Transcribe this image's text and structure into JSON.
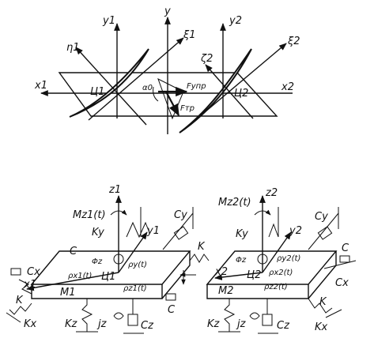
{
  "top": {
    "labels": {
      "y1": "y1",
      "y": "y",
      "y2": "y2",
      "eta1": "η1",
      "xi1": "ξ1",
      "eta2": "ζ2",
      "xi2": "ξ2",
      "x1": "x1",
      "x2": "x2",
      "c1": "Ц1",
      "c2": "Ц2",
      "a0": "α0",
      "fupr": "Fупр",
      "ftr": "Fтр"
    }
  },
  "bottom": {
    "labels": {
      "z1": "z1",
      "z2": "z2",
      "mz1": "Mz1(t)",
      "mz2": "Mz2(t)",
      "ky1": "Ky",
      "ky2": "Ky",
      "cy1": "Cy",
      "cy2": "Cy",
      "y1": "y1",
      "y2": "y2",
      "c_left": "C",
      "cx_left": "Cx",
      "phi1": "Φz",
      "phi2": "Φz",
      "py1": "ρy(t)",
      "px1": "ρx1(t)",
      "pz1": "ρz1(t)",
      "py2": "ρy2(t)",
      "px2": "ρx2(t)",
      "pz2": "ρz2(t)",
      "cen1": "Ц1",
      "cen2": "Ц2",
      "x1": "x1",
      "x2": "x2",
      "m1": "M1",
      "m2": "M2",
      "k_mid": "K",
      "c_mid": "C",
      "c_right": "C",
      "cx_right": "Cx",
      "k_left": "K",
      "kx_left": "Kx",
      "kz1": "Kz",
      "jz1": "jz",
      "cz1": "Cz",
      "kz2": "Kz",
      "jz2": "jz",
      "cz2": "Cz",
      "k_right": "K",
      "kx_right": "Kx"
    }
  }
}
